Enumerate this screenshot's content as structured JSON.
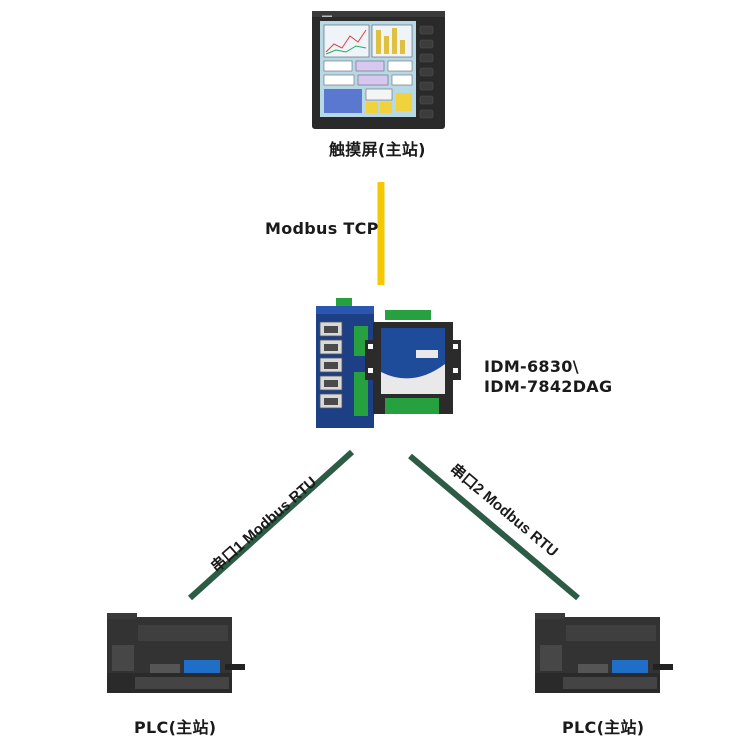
{
  "nodes": {
    "hmi": {
      "label": "触摸屏(主站)",
      "icon": "touchscreen-hmi-icon"
    },
    "gateway": {
      "label_line1": "IDM-6830\\",
      "label_line2": "IDM-7842DAG",
      "icon": "serial-ethernet-gateway-icon"
    },
    "plc_left": {
      "label": "PLC(主站)",
      "icon": "plc-icon"
    },
    "plc_right": {
      "label": "PLC(主站)",
      "icon": "plc-icon"
    }
  },
  "links": {
    "hmi_gateway": {
      "label": "Modbus TCP",
      "color": "#f5c800"
    },
    "gateway_plc_left": {
      "label": "串口1 Modbus RTU",
      "color": "#2d5c46"
    },
    "gateway_plc_right": {
      "label": "串口2 Modbus RTU",
      "color": "#2d5c46"
    }
  },
  "colors": {
    "switch_blue": "#1c3f86",
    "terminal_green": "#27a040",
    "device_dark": "#2b2b2b"
  }
}
